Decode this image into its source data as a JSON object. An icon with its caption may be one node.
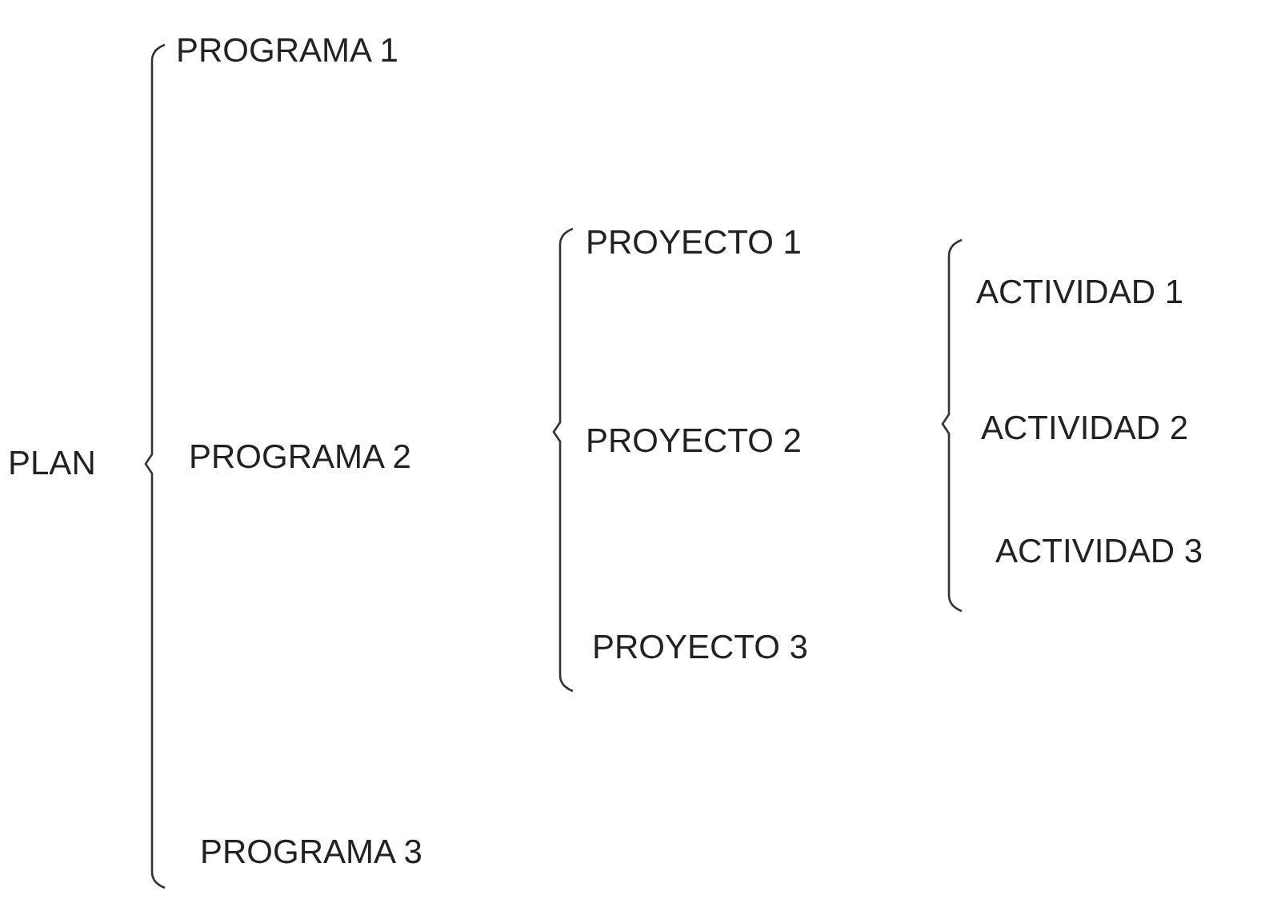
{
  "diagram": {
    "labels": [
      "PROGRAMA 1",
      "PLAN",
      "PROGRAMA 2",
      "PROGRAMA 3",
      "PROYECTO 1",
      "PROYECTO 2",
      "PROYECTO 3",
      "ACTIVIDAD 1",
      "ACTIVIDAD 2",
      "ACTIVIDAD 3"
    ]
  }
}
